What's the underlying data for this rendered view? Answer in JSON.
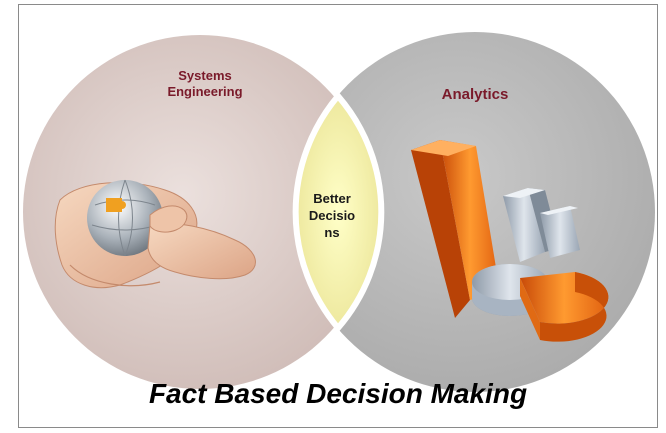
{
  "diagram": {
    "left_circle": {
      "title_line1": "Systems",
      "title_line2": "Engineering",
      "fill": "#d8c8c4"
    },
    "right_circle": {
      "title": "Analytics",
      "fill": "#b9b9b9"
    },
    "overlap": {
      "line1": "Better",
      "line2": "Decisio",
      "line3": "ns",
      "fill": "#f6f2a8"
    },
    "footer": "Fact Based Decision Making",
    "colors": {
      "title_text": "#7a1a2a",
      "chart_orange": "#f07a18",
      "chart_gray": "#b7c2cf",
      "puzzle_gold": "#f0a020"
    },
    "icons": [
      "hands-globe-puzzle-icon",
      "3d-bar-pie-chart-icon"
    ]
  }
}
